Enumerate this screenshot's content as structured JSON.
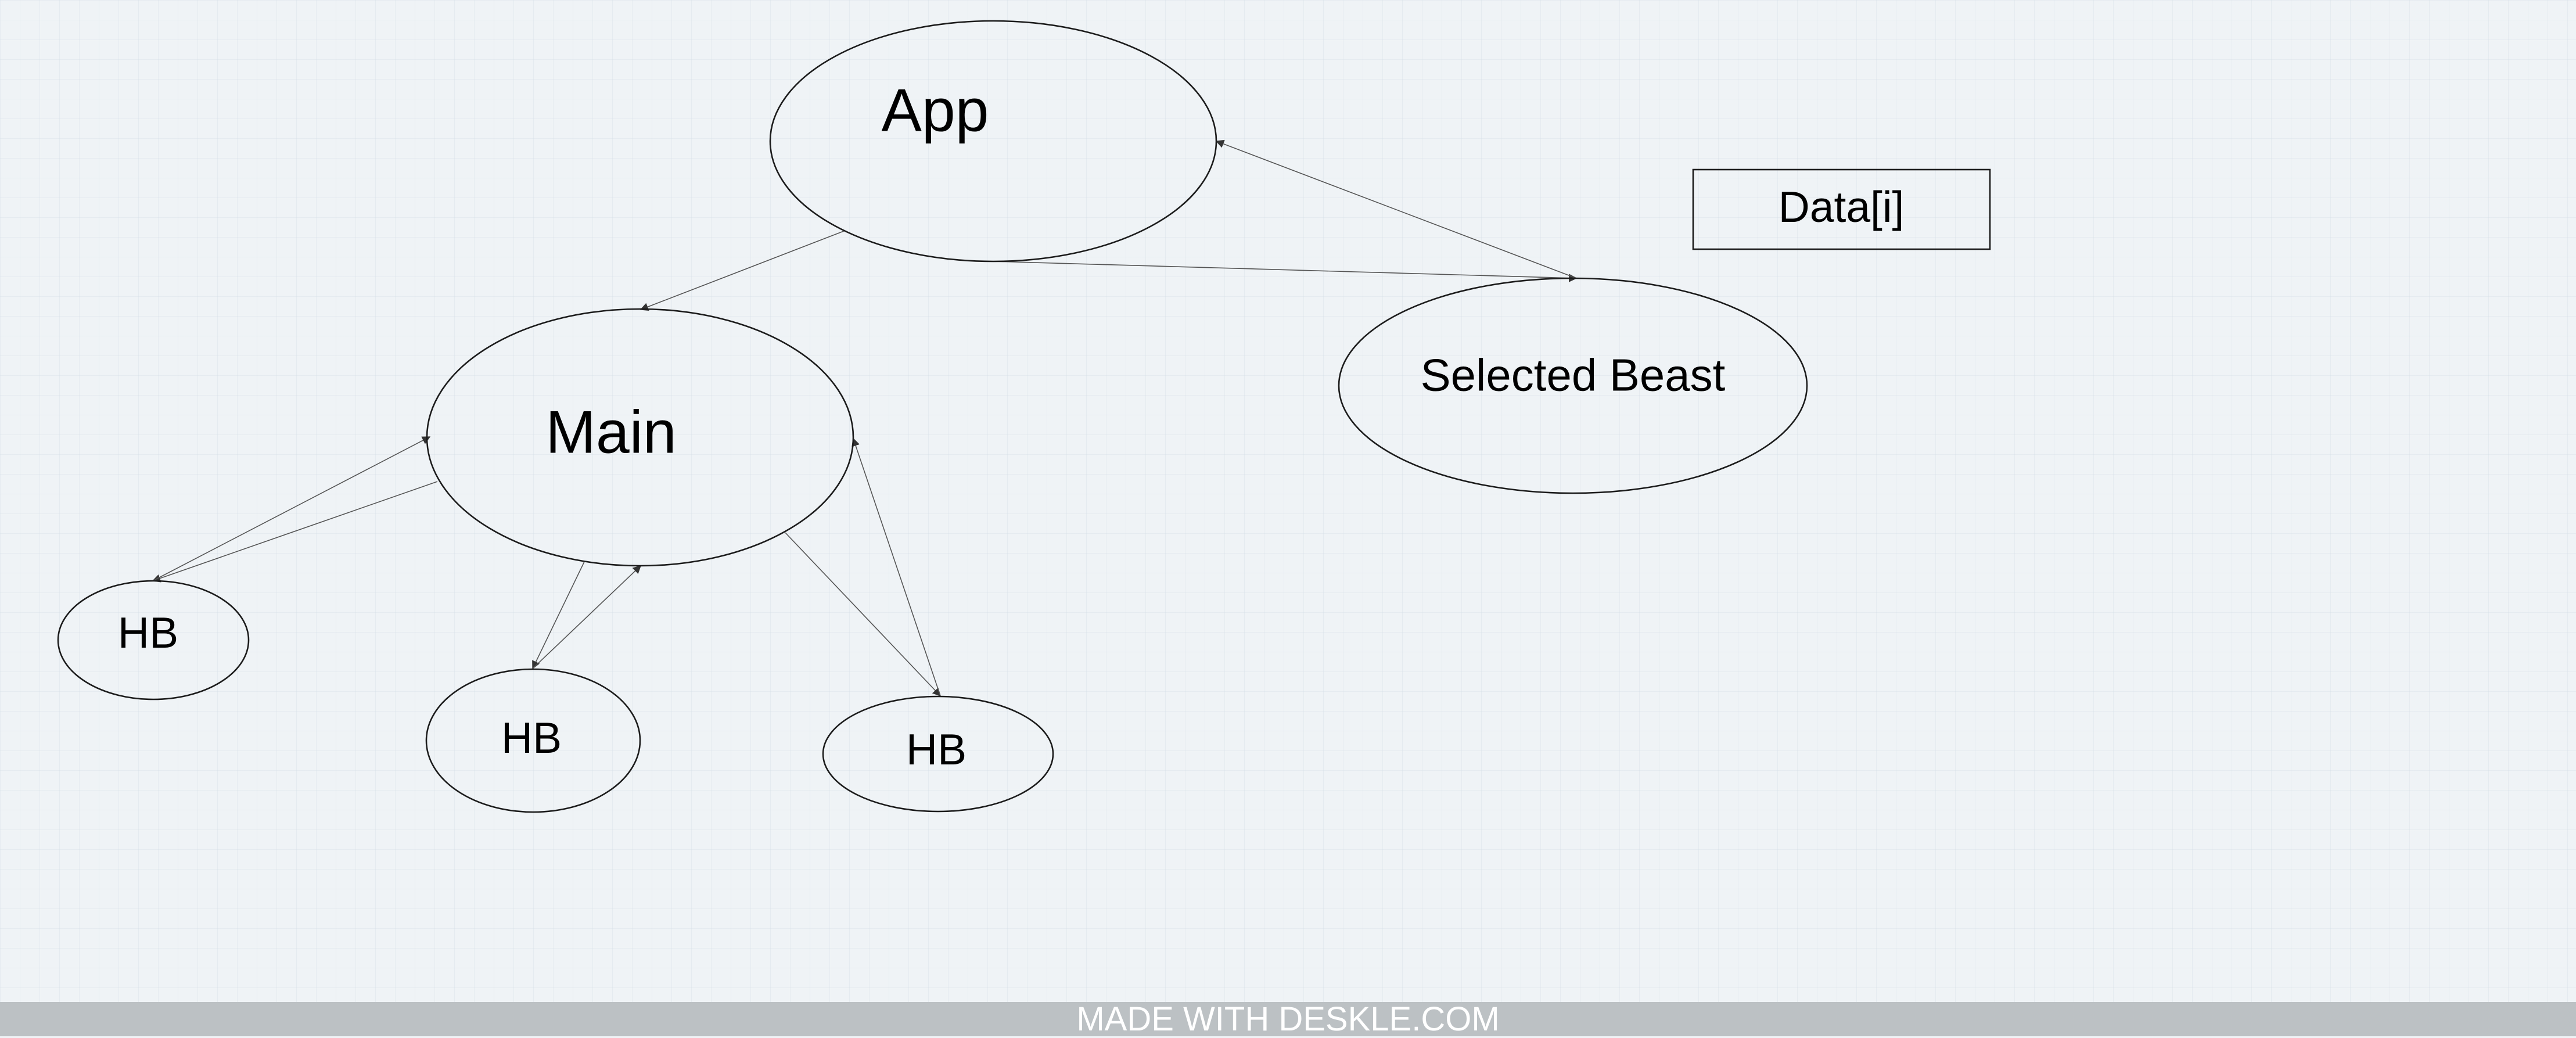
{
  "diagram": {
    "nodes": {
      "app": "App",
      "main": "Main",
      "selected_beast": "Selected Beast",
      "data": "Data[i]",
      "hb_left": "HB",
      "hb_middle": "HB",
      "hb_right": "HB"
    }
  },
  "footer": {
    "text": "MADE WITH DESKLE.COM"
  },
  "colors": {
    "background": "#eff3f6",
    "footer_bar": "#bcc1c4",
    "footer_text": "#ffffff",
    "stroke": "#1c1c1c"
  }
}
